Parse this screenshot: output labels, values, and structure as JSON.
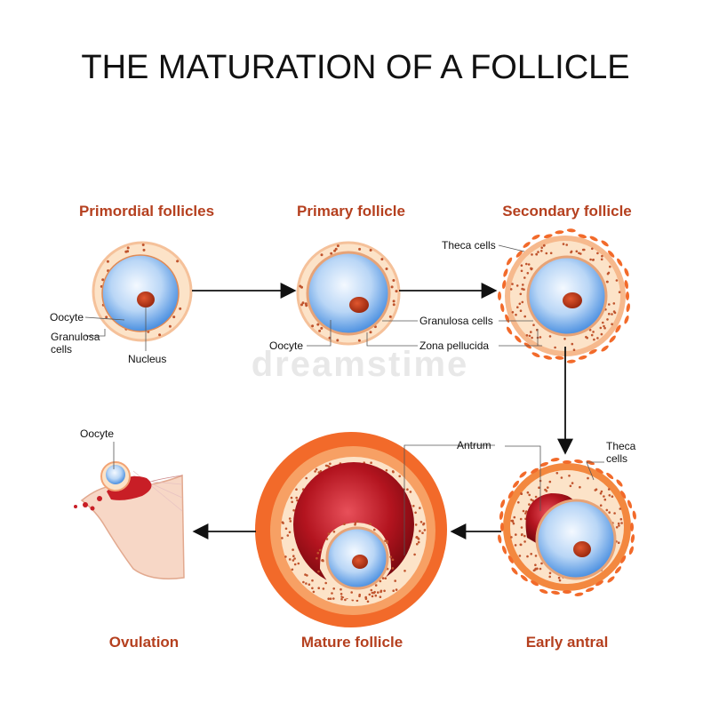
{
  "title": "THE MATURATION OF A FOLLICLE",
  "colors": {
    "stage_title": "#b5401f",
    "theca": "#f26a2a",
    "granulosa_fill": "#fce3c8",
    "oocyte": "#4a8fe0",
    "nucleus": "#b9381b",
    "antrum": "#a8121e"
  },
  "stages": {
    "primordial": "Primordial follicles",
    "primary": "Primary follicle",
    "secondary": "Secondary follicle",
    "ovulation": "Ovulation",
    "mature": "Mature follicle",
    "early_antral": "Early antral"
  },
  "labels": {
    "primordial_oocyte": "Oocyte",
    "primordial_granulosa_1": "Granulosa",
    "primordial_granulosa_2": "cells",
    "primordial_nucleus": "Nucleus",
    "primary_oocyte": "Oocyte",
    "granulosa_cells": "Granulosa cells",
    "zona_pellucida": "Zona pellucida",
    "theca_cells": "Theca cells",
    "antrum": "Antrum",
    "antral_theca_1": "Theca",
    "antral_theca_2": "cells",
    "ovulation_oocyte": "Oocyte"
  },
  "watermark": "dreamstime"
}
